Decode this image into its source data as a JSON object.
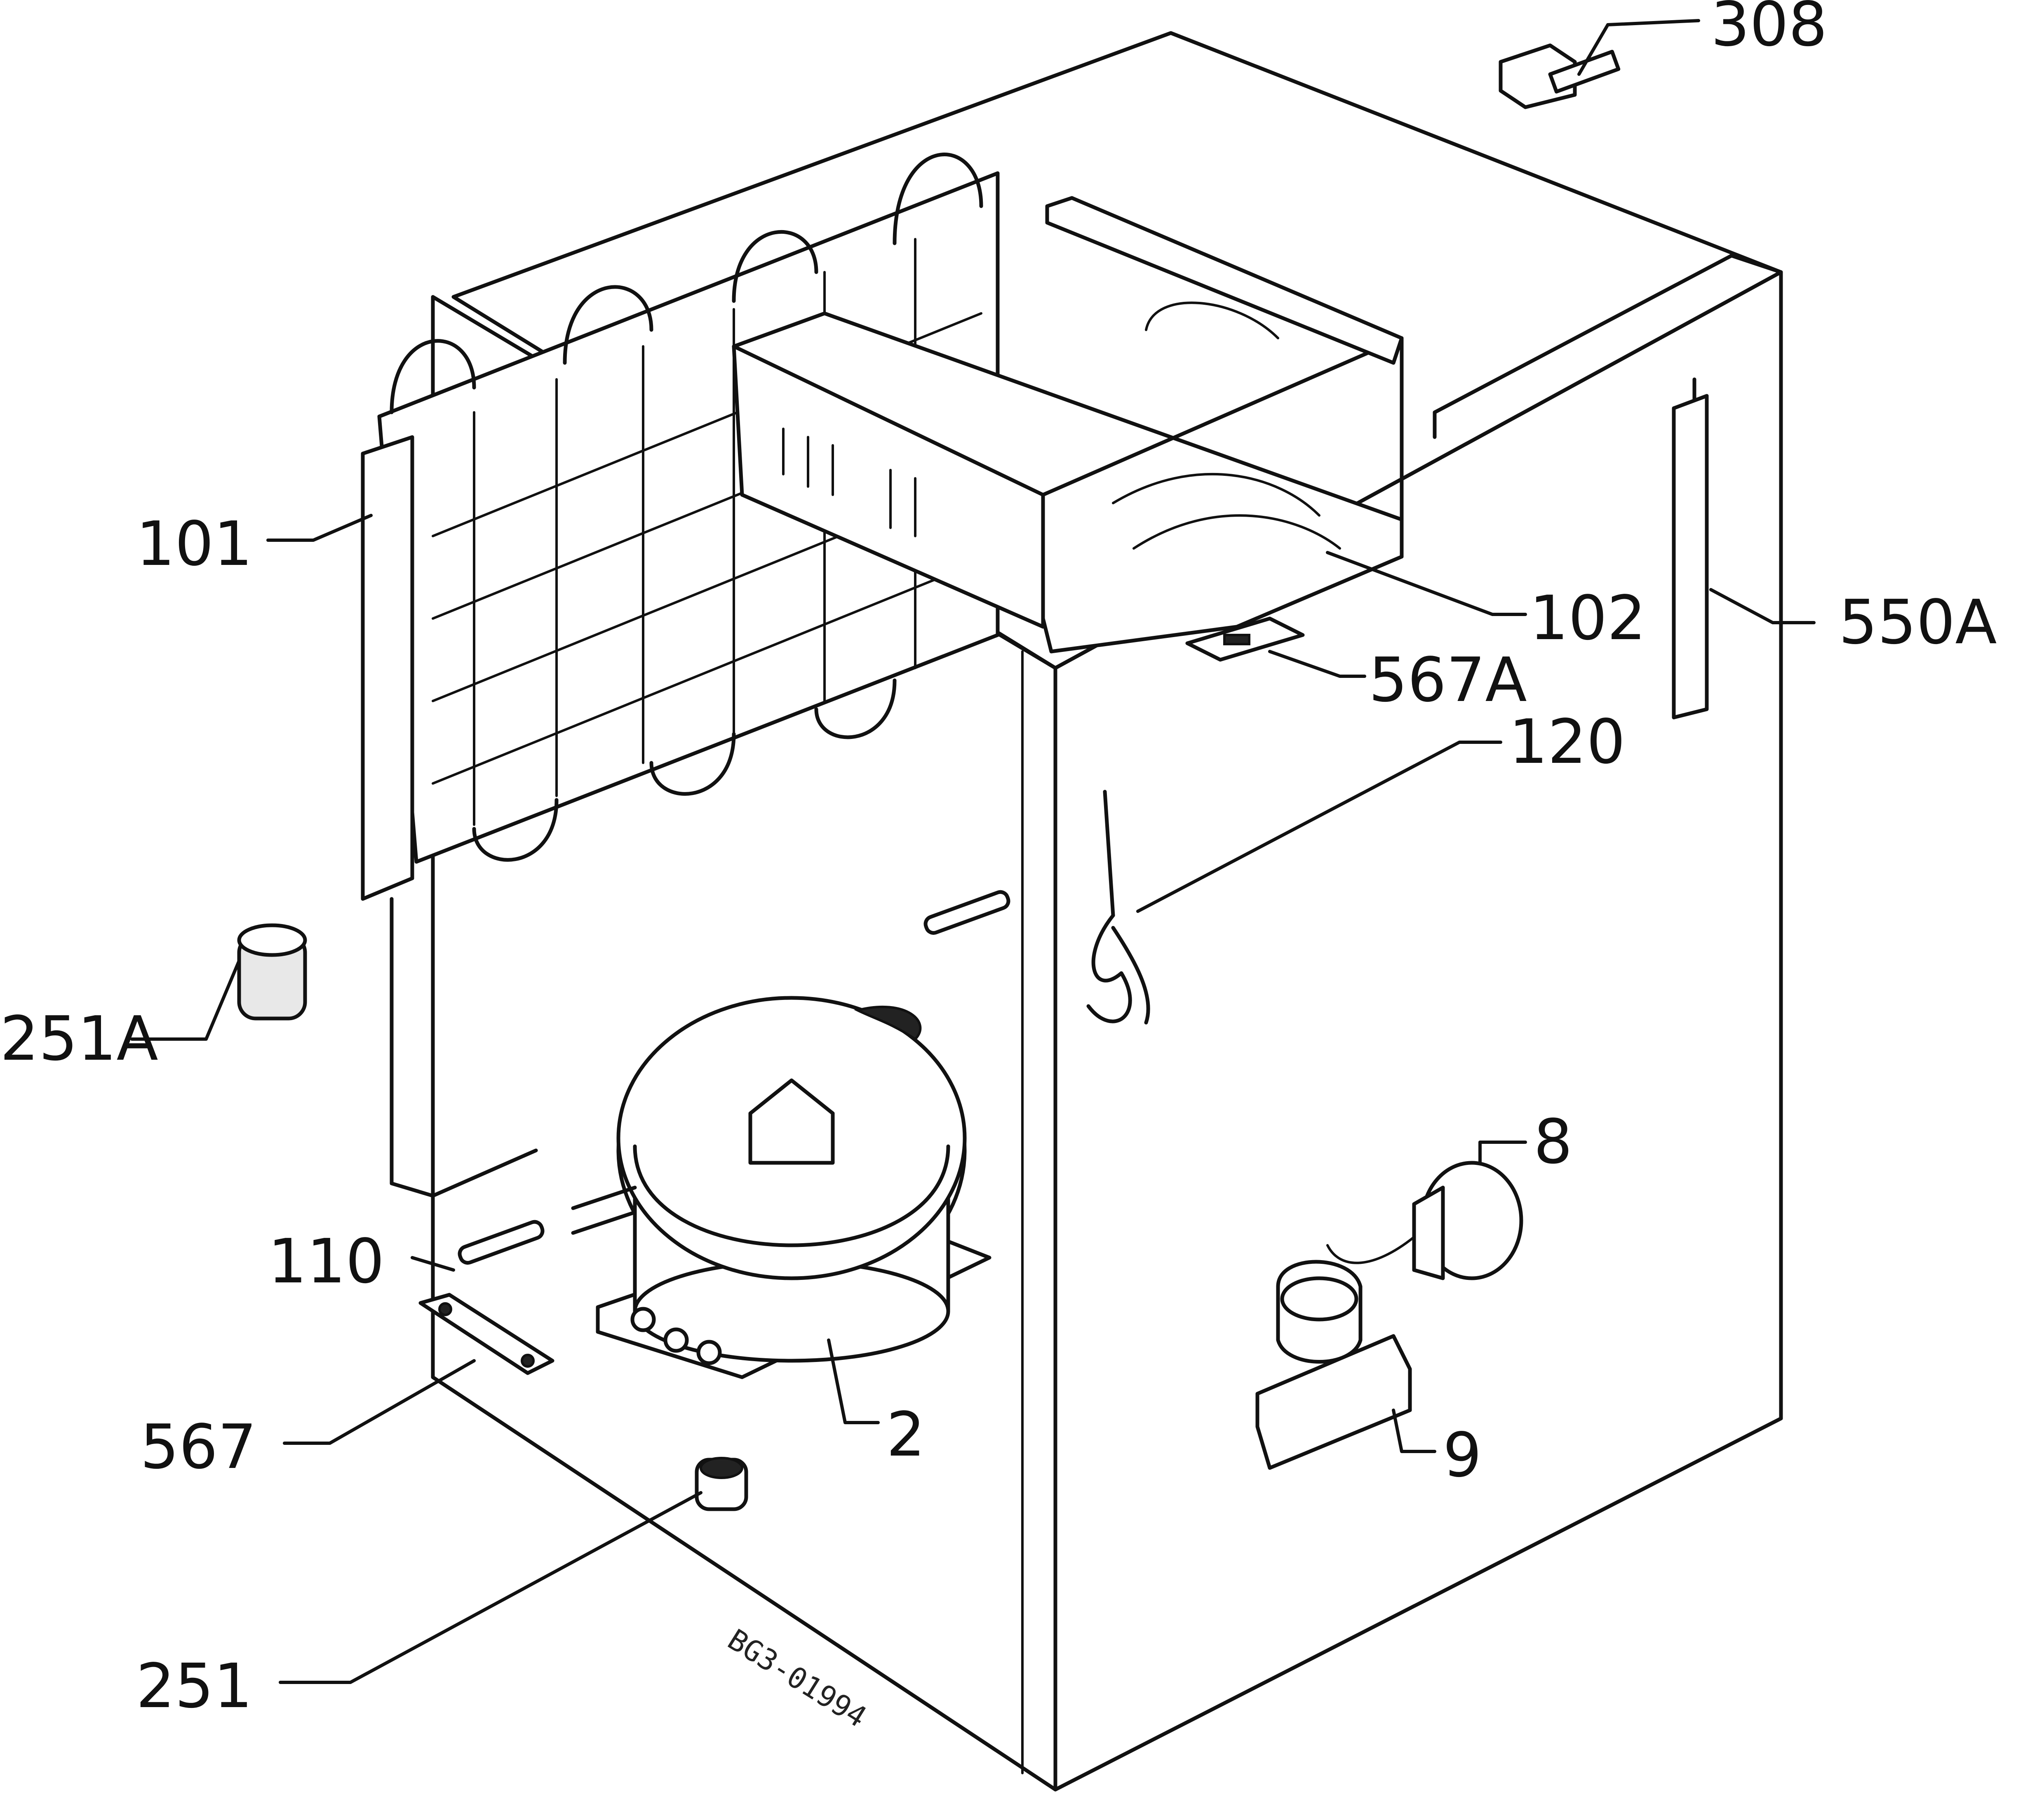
{
  "callouts": {
    "c308": "308",
    "c101": "101",
    "c102": "102",
    "c550A": "550A",
    "c567A": "567A",
    "c120": "120",
    "c251A": "251A",
    "c8": "8",
    "c110": "110",
    "c567": "567",
    "c2": "2",
    "c9": "9",
    "c251": "251"
  },
  "drawing_number": "BG3-01994",
  "colors": {
    "line": "#111111",
    "background": "#ffffff"
  }
}
